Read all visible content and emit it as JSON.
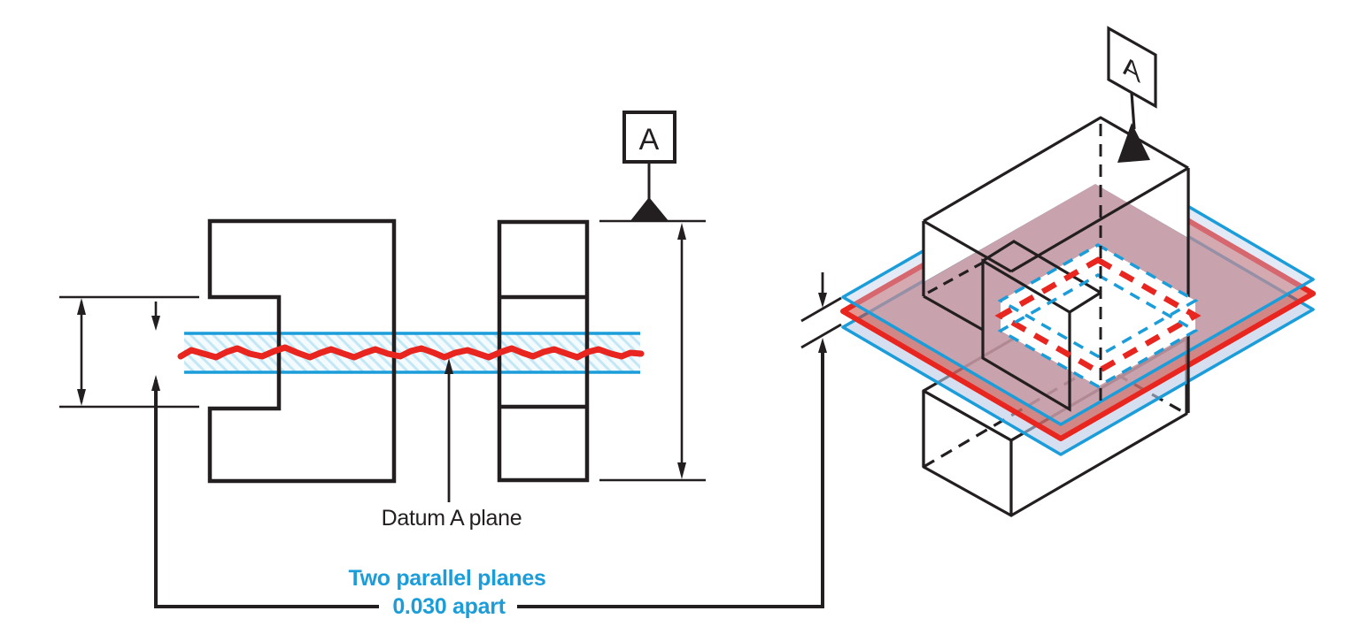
{
  "diagram": {
    "left_view": {
      "datum_flag": "A",
      "surface_label": "Datum A plane"
    },
    "iso_view": {
      "datum_flag": "A"
    },
    "callout": {
      "line1": "Two parallel planes",
      "line2": "0.030 apart"
    },
    "tolerance_value": "0.030",
    "datum_letter": "A",
    "colors": {
      "zone_blue": "#1b9dd9",
      "datum_red": "#e8251f",
      "ink_black": "#231f20",
      "hatch_blue": "#c4e7f6"
    }
  }
}
